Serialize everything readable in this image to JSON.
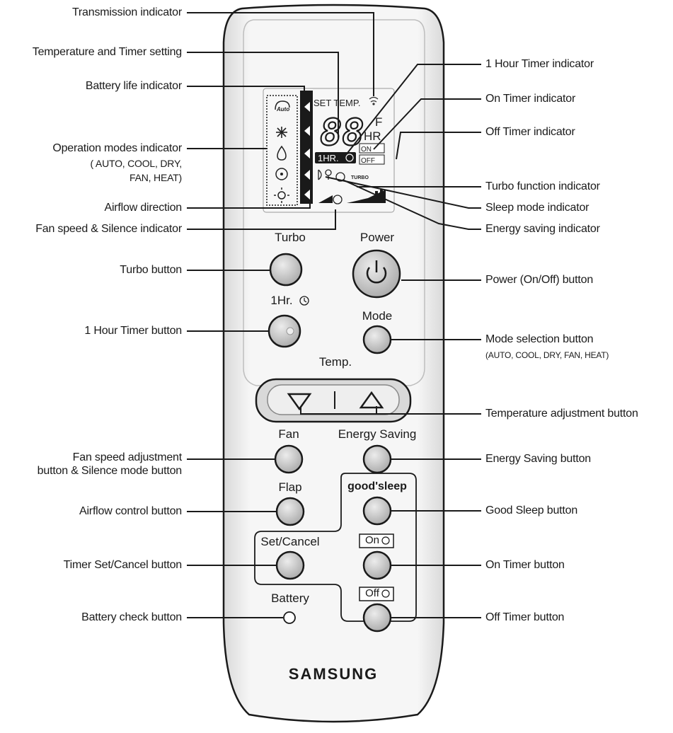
{
  "callouts_left": [
    {
      "id": "transmission",
      "text": "Transmission indicator"
    },
    {
      "id": "temp_timer",
      "text": "Temperature and Timer setting"
    },
    {
      "id": "battery_life",
      "text": "Battery life indicator"
    },
    {
      "id": "operation_modes",
      "text": "Operation modes  indicator"
    },
    {
      "id": "operation_modes_l2",
      "text": "(    AUTO,     COOL,     DRY,"
    },
    {
      "id": "operation_modes_l3",
      "text": "FAN,     HEAT)"
    },
    {
      "id": "airflow_direction",
      "text": "Airflow direction"
    },
    {
      "id": "fan_speed_silence",
      "text": "Fan speed & Silence indicator"
    },
    {
      "id": "turbo_button",
      "text": "Turbo button"
    },
    {
      "id": "one_hour_button",
      "text": "1 Hour Timer button"
    },
    {
      "id": "fan_adjust_l1",
      "text": "Fan speed adjustment"
    },
    {
      "id": "fan_adjust_l2",
      "text": "button & Silence mode button"
    },
    {
      "id": "airflow_control",
      "text": "Airflow control button"
    },
    {
      "id": "timer_set_cancel",
      "text": "Timer Set/Cancel button"
    },
    {
      "id": "battery_check",
      "text": "Battery check button"
    }
  ],
  "callouts_right": [
    {
      "id": "one_hour_ind",
      "text": "1 Hour Timer indicator"
    },
    {
      "id": "on_timer_ind",
      "text": "On Timer indicator"
    },
    {
      "id": "off_timer_ind",
      "text": "Off Timer indicator"
    },
    {
      "id": "turbo_func_ind",
      "text": "Turbo function indicator"
    },
    {
      "id": "sleep_mode_ind",
      "text": "Sleep mode indicator"
    },
    {
      "id": "energy_saving_ind",
      "text": "Energy saving indicator"
    },
    {
      "id": "power_button",
      "text": "Power (On/Off) button"
    },
    {
      "id": "mode_button",
      "text": "Mode selection button"
    },
    {
      "id": "mode_button_sub",
      "text": "(AUTO, COOL, DRY, FAN, HEAT)"
    },
    {
      "id": "temp_adjust",
      "text": "Temperature adjustment button"
    },
    {
      "id": "energy_saving_btn",
      "text": "Energy Saving button"
    },
    {
      "id": "good_sleep_btn",
      "text": "Good Sleep button"
    },
    {
      "id": "on_timer_btn",
      "text": "On Timer button"
    },
    {
      "id": "off_timer_btn",
      "text": "Off Timer button"
    }
  ],
  "remote": {
    "lcd": {
      "set_temp": "SET TEMP.",
      "digits": "88",
      "unit_f": "F",
      "unit_hr": "HR",
      "one_hr": "1HR.",
      "on": "ON",
      "off": "OFF",
      "turbo": "TURBO",
      "auto": "Auto"
    },
    "buttons": {
      "turbo": "Turbo",
      "power": "Power",
      "one_hr": "1Hr.",
      "mode": "Mode",
      "temp": "Temp.",
      "fan": "Fan",
      "energy_saving": "Energy Saving",
      "flap": "Flap",
      "good_sleep": "good'sleep",
      "set_cancel": "Set/Cancel",
      "on_timer": "On",
      "off_timer": "Off",
      "battery": "Battery"
    },
    "brand": "SAMSUNG"
  },
  "colors": {
    "body": "#f2f2f2",
    "outline": "#1a1a1a",
    "button": "#c8c8c8",
    "lcd": "#f7f7f7"
  }
}
